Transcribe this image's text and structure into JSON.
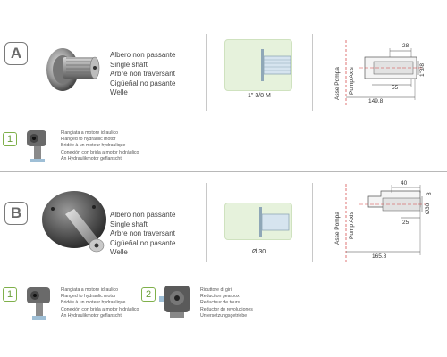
{
  "section_a": {
    "letter": "A",
    "names": [
      "Albero non passante",
      "Single shaft",
      "Arbre non traversant",
      "Cigüeñal no pasante",
      "Welle"
    ],
    "spline_label": "1\" 3/8 M",
    "axis_it": "Asse Pompa",
    "axis_en": "Pump Axis",
    "dims": {
      "d1": "28",
      "d2": "1\"3/8",
      "d3": "55",
      "d4": "149.8"
    },
    "option1": {
      "num": "1",
      "lines": [
        "Flangiata a motore idraulico",
        "Flanged to hydraulic motor",
        "Bridée à un moteur hydraulique",
        "Conexión con brida a motor hidráulico",
        "An Hydraulikmotor geflanscht"
      ]
    }
  },
  "section_b": {
    "letter": "B",
    "names": [
      "Albero non passante",
      "Single shaft",
      "Arbre non traversant",
      "Cigüeñal no pasante",
      "Welle"
    ],
    "shaft_label": "Ø 30",
    "axis_it": "Asse Pompa",
    "axis_en": "Pump Axis",
    "dims": {
      "d1": "40",
      "d2": "8",
      "d3": "Ø30",
      "d4": "25",
      "d5": "165.8"
    },
    "option1": {
      "num": "1",
      "lines": [
        "Flangiata a motore idraulico",
        "Flanged to hydraulic motor",
        "Bridée à un moteur hydraulique",
        "Conexión con brida a motor hidráulico",
        "An Hydraulikmotor geflanscht"
      ]
    },
    "option2": {
      "num": "2",
      "lines": [
        "Riduttore di giri",
        "Reduction gearbox",
        "Reducteur de tours",
        "Reductor de revoluciones",
        "Untersetzungsgetriebe"
      ]
    }
  },
  "colors": {
    "accent_green": "#7fb04a",
    "panel_green": "#e6f2dc",
    "dim_red": "#d23a3a"
  }
}
